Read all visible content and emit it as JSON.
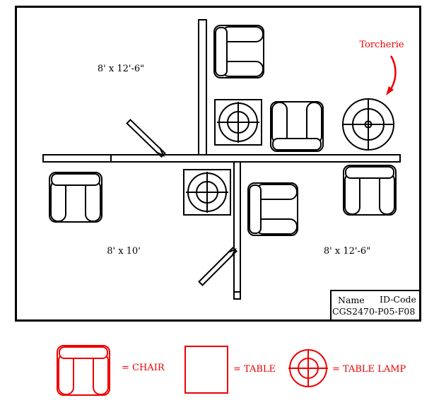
{
  "colors": {
    "ink": "#000000",
    "accent_red": "#ee0000",
    "paper": "#ffffff"
  },
  "floor_plan": {
    "rooms": [
      {
        "id": "top-left",
        "dimension_label": "8' x 12'-6\"",
        "furniture": []
      },
      {
        "id": "top-right",
        "furniture": [
          "chair",
          "table with table lamp",
          "chair",
          "torchiere"
        ]
      },
      {
        "id": "bottom-left",
        "dimension_label": "8' x 10'",
        "furniture": [
          "chair",
          "table with table lamp"
        ]
      },
      {
        "id": "bottom-right",
        "dimension_label": "8' x 12'-6\"",
        "furniture": [
          "chair",
          "chair"
        ]
      }
    ],
    "callouts": {
      "torchiere": "Torcherie"
    },
    "title_block": {
      "name_label": "Name",
      "id_code_label": "ID-Code",
      "code": "CGS2470-P05-F08"
    }
  },
  "legend": {
    "chair_label": "= CHAIR",
    "table_label": "= TABLE",
    "table_lamp_label": "= TABLE LAMP"
  }
}
